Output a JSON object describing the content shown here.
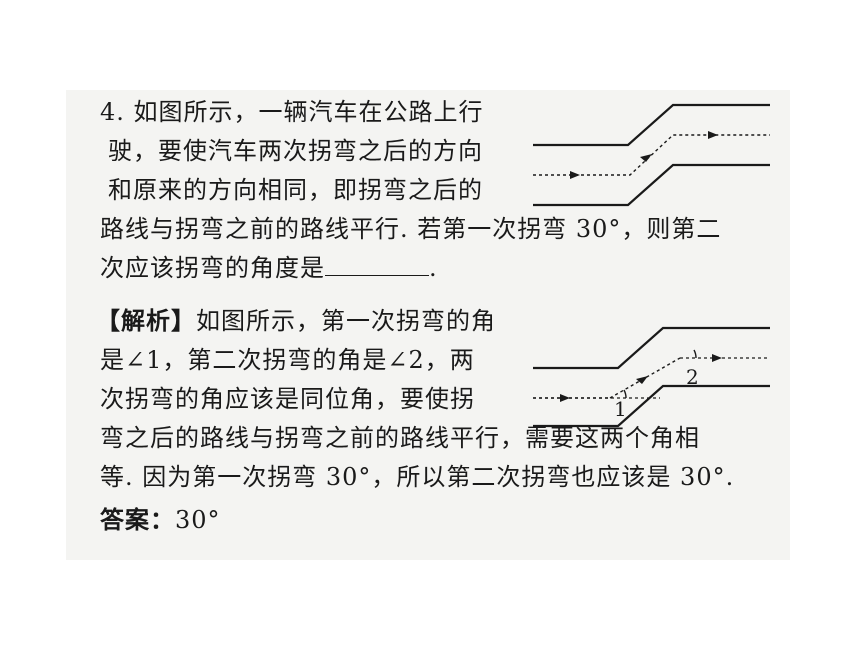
{
  "problem": {
    "line1": "4. 如图所示，一辆汽车在公路上行",
    "line2": "驶，要使汽车两次拐弯之后的方向",
    "line3": "和原来的方向相同，即拐弯之后的",
    "line4": "路线与拐弯之前的路线平行. 若第一次拐弯 30°，则第二",
    "line5_before": "次应该拐弯的角度是",
    "line5_after": "."
  },
  "analysis": {
    "label": "【解析】",
    "line1": "如图所示，第一次拐弯的角",
    "line2": "是∠1，第二次拐弯的角是∠2，两",
    "line3": "次拐弯的角应该是同位角，要使拐",
    "line4": "弯之后的路线与拐弯之前的路线平行，需要这两个角相",
    "line5": "等. 因为第一次拐弯 30°，所以第二次拐弯也应该是 30°."
  },
  "answer": {
    "label": "答案：",
    "value": "30°"
  },
  "figure2": {
    "angle1_label": "1",
    "angle2_label": "2"
  }
}
